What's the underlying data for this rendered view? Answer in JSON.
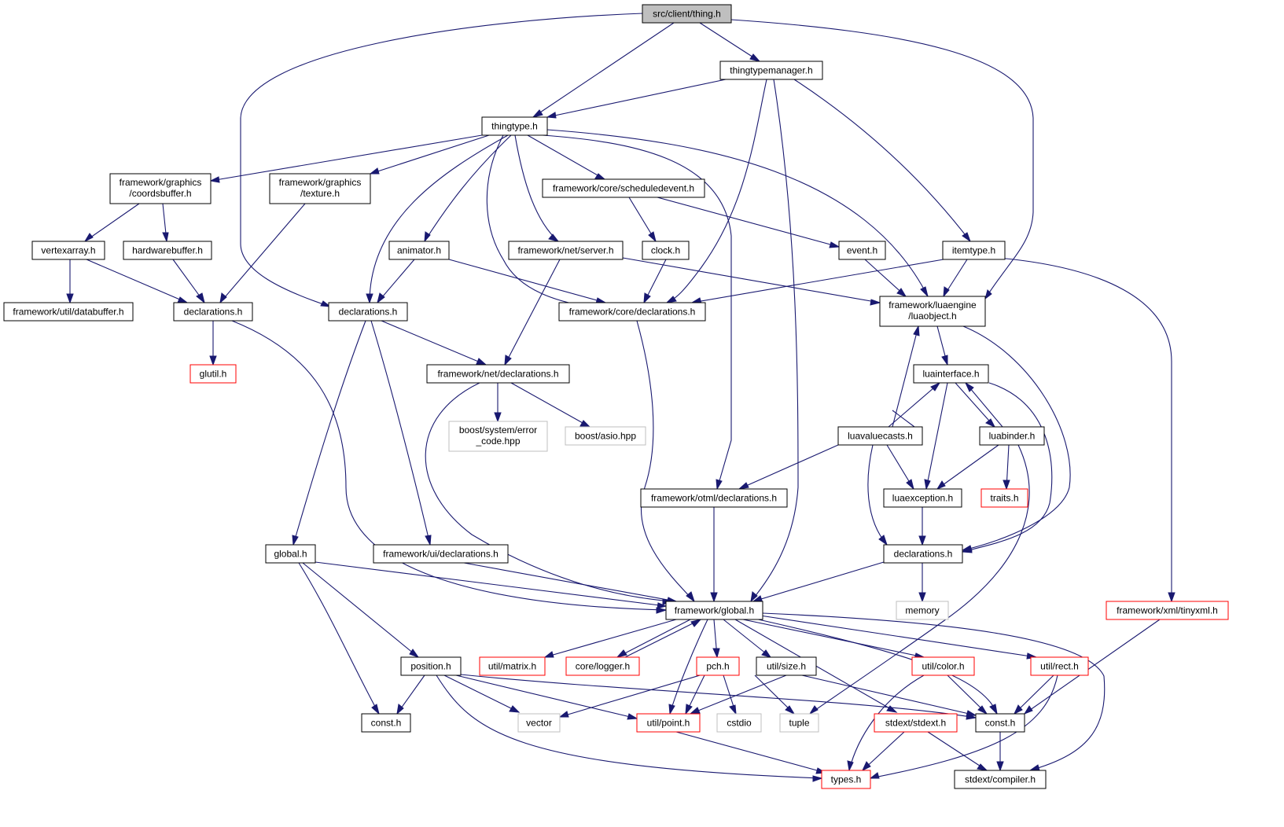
{
  "colors": {
    "edge": "#191970",
    "root_fill": "#bfbfbf",
    "border_normal": "#000000",
    "border_truncated": "#ff0000",
    "border_external": "#bfbfbf"
  },
  "nodes": {
    "root": [
      "src/client/thing.h"
    ],
    "thingtypemanager": [
      "thingtypemanager.h"
    ],
    "thingtype": [
      "thingtype.h"
    ],
    "coordsbuffer": [
      "framework/graphics",
      "/coordsbuffer.h"
    ],
    "texture": [
      "framework/graphics",
      "/texture.h"
    ],
    "scheduledevent": [
      "framework/core/scheduledevent.h"
    ],
    "vertexarray": [
      "vertexarray.h"
    ],
    "hardwarebuffer": [
      "hardwarebuffer.h"
    ],
    "animator": [
      "animator.h"
    ],
    "netserver": [
      "framework/net/server.h"
    ],
    "clock": [
      "clock.h"
    ],
    "event": [
      "event.h"
    ],
    "itemtype": [
      "itemtype.h"
    ],
    "databuffer": [
      "framework/util/databuffer.h"
    ],
    "gdecl": [
      "declarations.h"
    ],
    "decl": [
      "declarations.h"
    ],
    "coredecl": [
      "framework/core/declarations.h"
    ],
    "luaobject": [
      "framework/luaengine",
      "/luaobject.h"
    ],
    "glutil": [
      "glutil.h"
    ],
    "netdecl": [
      "framework/net/declarations.h"
    ],
    "luainterface": [
      "luainterface.h"
    ],
    "boosterror": [
      "boost/system/error",
      "_code.hpp"
    ],
    "asio": [
      "boost/asio.hpp"
    ],
    "luavaluecasts": [
      "luavaluecasts.h"
    ],
    "luabinder": [
      "luabinder.h"
    ],
    "otmldecl": [
      "framework/otml/declarations.h"
    ],
    "luaexception": [
      "luaexception.h"
    ],
    "traits": [
      "traits.h"
    ],
    "globalh": [
      "global.h"
    ],
    "uidecl": [
      "framework/ui/declarations.h"
    ],
    "luadecl": [
      "declarations.h"
    ],
    "fwglobal": [
      "framework/global.h"
    ],
    "memory": [
      "memory"
    ],
    "tinyxml": [
      "framework/xml/tinyxml.h"
    ],
    "position": [
      "position.h"
    ],
    "matrix": [
      "util/matrix.h"
    ],
    "logger": [
      "core/logger.h"
    ],
    "pch": [
      "pch.h"
    ],
    "size": [
      "util/size.h"
    ],
    "color": [
      "util/color.h"
    ],
    "rect": [
      "util/rect.h"
    ],
    "const1": [
      "const.h"
    ],
    "vector": [
      "vector"
    ],
    "point": [
      "util/point.h"
    ],
    "cstdio": [
      "cstdio"
    ],
    "tuple": [
      "tuple"
    ],
    "stdext": [
      "stdext/stdext.h"
    ],
    "const2": [
      "const.h"
    ],
    "types": [
      "types.h"
    ],
    "compiler": [
      "stdext/compiler.h"
    ]
  }
}
